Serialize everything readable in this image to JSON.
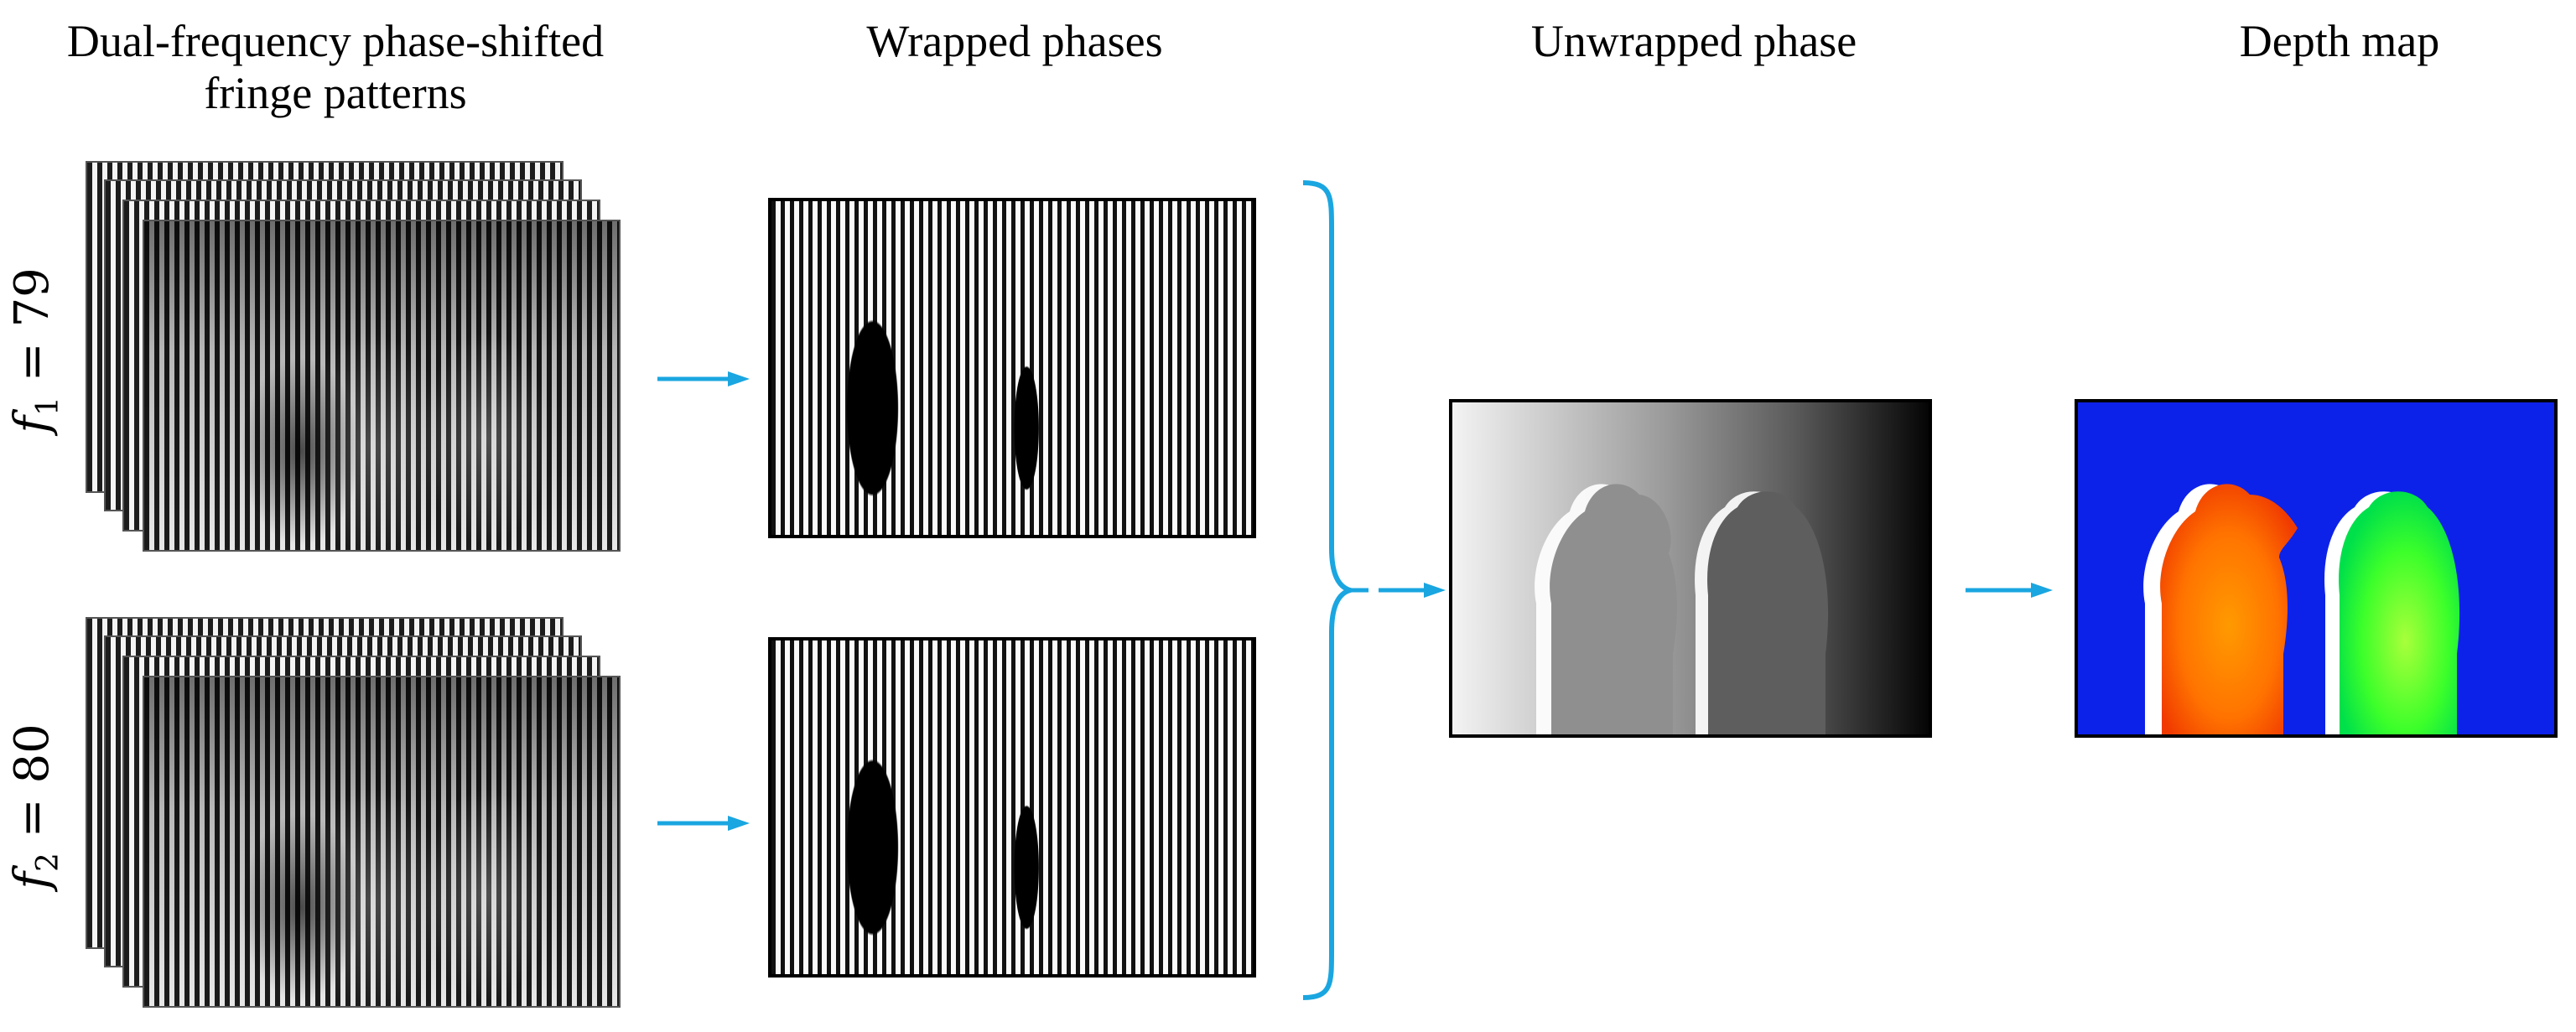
{
  "columns": {
    "patterns": {
      "title_line1": "Dual-frequency  phase-shifted",
      "title_line2": "fringe patterns"
    },
    "wrapped": {
      "title": "Wrapped phases"
    },
    "unwrapped": {
      "title": "Unwrapped phase"
    },
    "depth": {
      "title": "Depth map"
    }
  },
  "rows": [
    {
      "freq_symbol": "f",
      "freq_subscript": "1",
      "freq_eq": " = ",
      "freq_value": "79"
    },
    {
      "freq_symbol": "f",
      "freq_subscript": "2",
      "freq_eq": " = ",
      "freq_value": "80"
    }
  ],
  "colors": {
    "arrow": "#1aa6e0",
    "depth_background": "#0d22e8",
    "frame": "#000000"
  },
  "icons": [
    "right-arrow-icon",
    "curly-brace-icon"
  ]
}
